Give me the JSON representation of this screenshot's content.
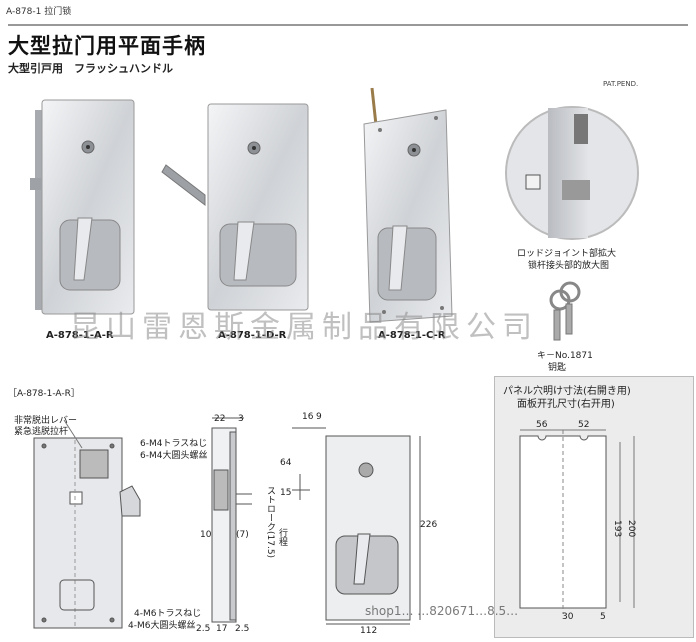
{
  "header": {
    "code": "A-878-1  拉门锁",
    "title": "大型拉门用平面手柄",
    "subtitle": "大型引戸用　フラッシュハンドル",
    "pat_pend": "PAT.PEND."
  },
  "products": [
    {
      "label": "A-878-1-A-R"
    },
    {
      "label": "A-878-1-D-R"
    },
    {
      "label": "A-878-1-C-R"
    }
  ],
  "detail": {
    "caption_jp": "ロッドジョイント部拡大",
    "caption_cn": "锁杆接头部的放大图"
  },
  "key": {
    "label_jp": "キ－No.1871",
    "label_cn": "钥匙"
  },
  "watermark": "昆山雷恩斯金属制品有限公司",
  "drawing": {
    "section_title": "［A-878-1-A-R］",
    "lever_jp": "非常脱出レバー",
    "lever_cn": "紧急逃脱拉杆",
    "screw_m4_jp": "6-M4トラスねじ",
    "screw_m4_cn": "6-M4大圆头螺丝",
    "screw_m6_jp": "4-M6トラスねじ",
    "screw_m6_cn": "4-M6大圆头螺丝",
    "stroke_jp": "ストローク(17.5)",
    "stroke_cn": "行程",
    "dims": {
      "d22": "22",
      "d3": "3",
      "d10": "10",
      "d7": "(7)",
      "d25a": "2.5",
      "d17": "17",
      "d25b": "2.5",
      "d16": "16",
      "d9": "9",
      "d64": "64",
      "d15": "15",
      "d226": "226",
      "d112": "112"
    }
  },
  "panel": {
    "title_jp": "パネル穴明け寸法(右開き用)",
    "title_cn": "面板开孔尺寸(右开用)",
    "dims": {
      "d56": "56",
      "d52": "52",
      "d193": "193",
      "d200": "200",
      "d30": "30",
      "d5": "5"
    }
  },
  "footer": "shop1…   …820671…8.5…"
}
